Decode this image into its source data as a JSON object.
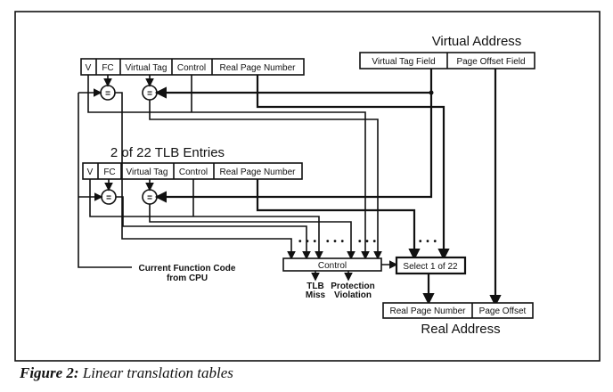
{
  "diagram": {
    "virtual_address": {
      "title": "Virtual Address",
      "fields": [
        "Virtual Tag Field",
        "Page Offset Field"
      ]
    },
    "tlb_entry_top": {
      "fields": [
        "V",
        "FC",
        "Virtual Tag",
        "Control",
        "Real Page Number"
      ]
    },
    "tlb_entries_label": "2 of 22 TLB Entries",
    "tlb_entry_bottom": {
      "fields": [
        "V",
        "FC",
        "Virtual Tag",
        "Control",
        "Real Page Number"
      ]
    },
    "comparator_symbol": "=",
    "ellipsis": "• • •",
    "control_box": "Control",
    "select_box": "Select 1 of 22",
    "function_code_label": [
      "Current Function Code",
      "from CPU"
    ],
    "tlb_miss_label": [
      "TLB",
      "Miss"
    ],
    "protection_violation_label": [
      "Protection",
      "Violation"
    ],
    "real_address": {
      "title": "Real Address",
      "fields": [
        "Real Page Number",
        "Page Offset"
      ]
    }
  },
  "caption": {
    "label": "Figure 2:",
    "text": "Linear translation tables"
  }
}
